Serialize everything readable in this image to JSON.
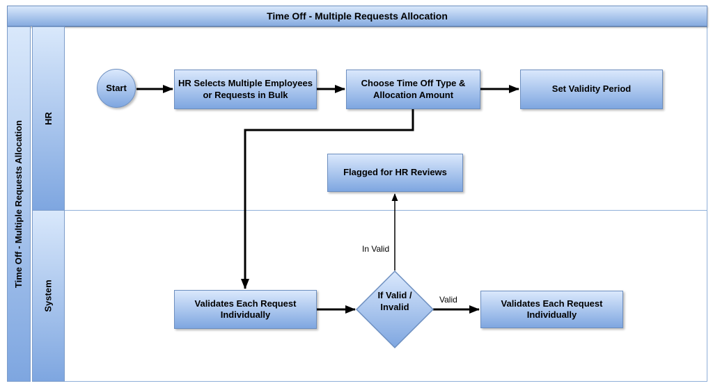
{
  "pool": {
    "title": "Time Off - Multiple Requests Allocation",
    "vertical_label": "Time Off - Multiple Requests Allocation"
  },
  "lanes": [
    {
      "label": "HR"
    },
    {
      "label": "System"
    }
  ],
  "nodes": {
    "start": {
      "label": "Start",
      "type": "start-event"
    },
    "select_bulk": {
      "label": "HR Selects Multiple Employees or Requests in Bulk",
      "type": "task"
    },
    "choose_type": {
      "label": "Choose Time Off Type & Allocation Amount",
      "type": "task"
    },
    "set_validity": {
      "label": "Set Validity Period",
      "type": "task"
    },
    "flagged_review": {
      "label": "Flagged for HR Reviews",
      "type": "task"
    },
    "validate_each": {
      "label": "Validates Each Request Individually",
      "type": "task"
    },
    "decision": {
      "label": "If Valid / Invalid",
      "type": "gateway"
    },
    "validate_each_valid": {
      "label": "Validates Each Request Individually",
      "type": "task"
    }
  },
  "edges": {
    "valid_label": "Valid",
    "invalid_label": "In Valid"
  },
  "colors": {
    "shape_fill_top": "#dae8fc",
    "shape_fill_bottom": "#7ea6e0",
    "shape_border": "#6c8ebf",
    "lane_border": "#8fafd9",
    "arrow": "#000000",
    "text": "#000000"
  }
}
